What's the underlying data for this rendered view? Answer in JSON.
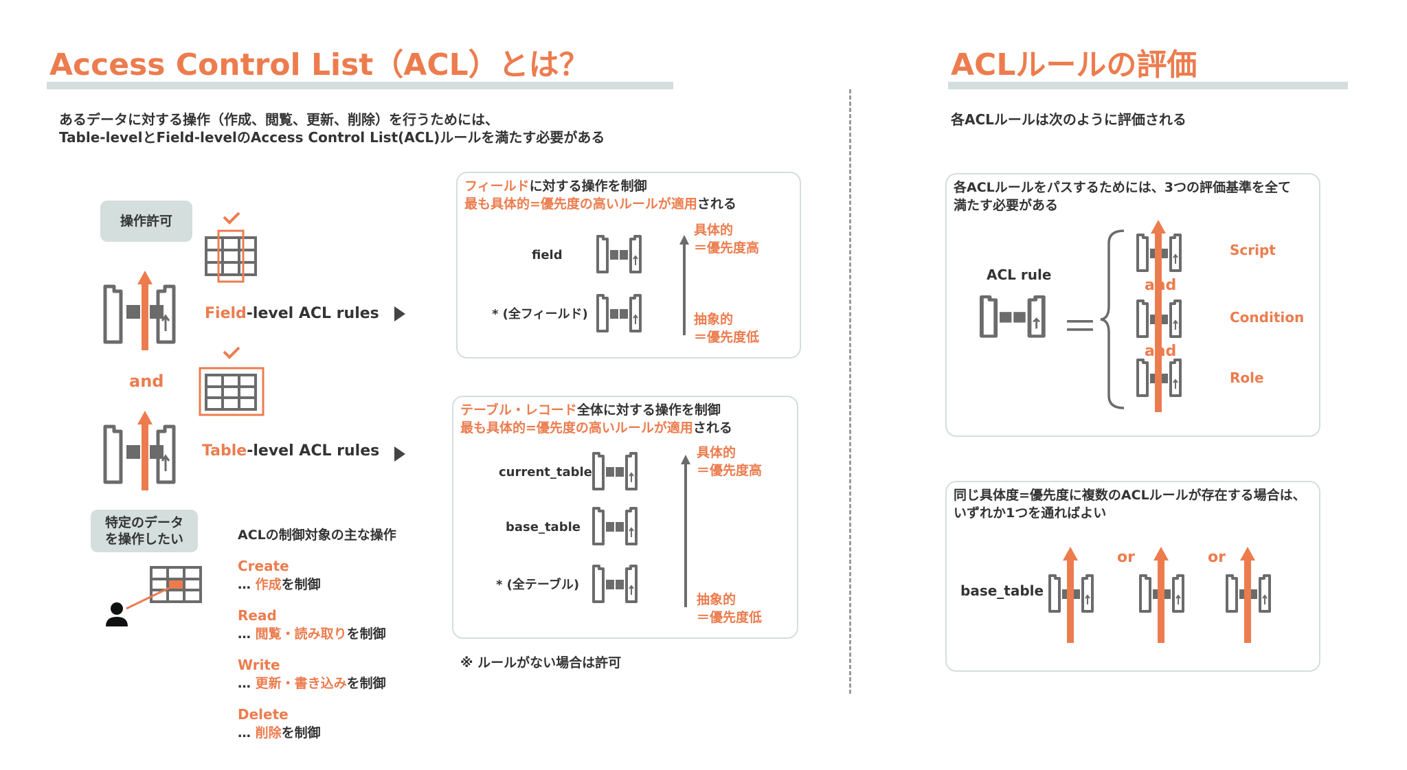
{
  "left": {
    "title": "Access Control List（ACL）とは？",
    "intro_line1": "あるデータに対する操作（作成、閲覧、更新、削除）を行うためには、",
    "intro_line2": "Table-levelとField-levelのAccess Control List(ACL)ルールを満たす必要がある",
    "permission_label": "操作許可",
    "field_rules_highlight": "Field",
    "field_rules_rest": "-level ACL rules",
    "and_label": "and",
    "table_rules_highlight": "Table",
    "table_rules_rest": "-level ACL rules",
    "user_label_line1": "特定のデータ",
    "user_label_line2": "を操作したい",
    "ops_heading": "ACLの制御対象の主な操作",
    "operations": [
      {
        "name": "Create",
        "prefix": "… ",
        "highlight": "作成",
        "suffix": "を制御"
      },
      {
        "name": "Read",
        "prefix": "… ",
        "highlight": "閲覧・読み取り",
        "suffix": "を制御"
      },
      {
        "name": "Write",
        "prefix": "… ",
        "highlight": "更新・書き込み",
        "suffix": "を制御"
      },
      {
        "name": "Delete",
        "prefix": "… ",
        "highlight": "削除",
        "suffix": "を制御"
      }
    ],
    "field_panel": {
      "line1_highlight": "フィールド",
      "line1_rest": "に対する操作を制御",
      "line2_highlight": "最も具体的=優先度の高いルールが適用",
      "line2_rest": "される",
      "items": [
        "field",
        "* (全フィールド)"
      ],
      "top_label_1": "具体的",
      "top_label_2": "＝優先度高",
      "bottom_label_1": "抽象的",
      "bottom_label_2": "＝優先度低"
    },
    "table_panel": {
      "line1_highlight": "テーブル・レコード",
      "line1_rest": "全体に対する操作を制御",
      "line2_highlight": "最も具体的=優先度の高いルールが適用",
      "line2_rest": "される",
      "items": [
        "current_table",
        "base_table",
        "* (全テーブル)"
      ],
      "top_label_1": "具体的",
      "top_label_2": "＝優先度高",
      "bottom_label_1": "抽象的",
      "bottom_label_2": "＝優先度低"
    },
    "note": "※ ルールがない場合は許可"
  },
  "right": {
    "title": "ACLルールの評価",
    "intro": "各ACLルールは次のように評価される",
    "panel1": {
      "text_line1": "各ACLルールをパスするためには、3つの評価基準を全て",
      "text_line2": "満たす必要がある",
      "acl_rule_label": "ACL rule",
      "equals": "＝",
      "criteria": [
        "Script",
        "Condition",
        "Role"
      ],
      "and_label": "and"
    },
    "panel2": {
      "text_line1": "同じ具体度=優先度に複数のACLルールが存在する場合は、",
      "text_line2": "いずれか1つを通ればよい",
      "table_label": "base_table",
      "or_label": "or"
    }
  },
  "colors": {
    "accent": "#ec7c4e",
    "gate_gray": "#6b6b6b",
    "panel_border": "#d3dedd",
    "text": "#333333"
  }
}
